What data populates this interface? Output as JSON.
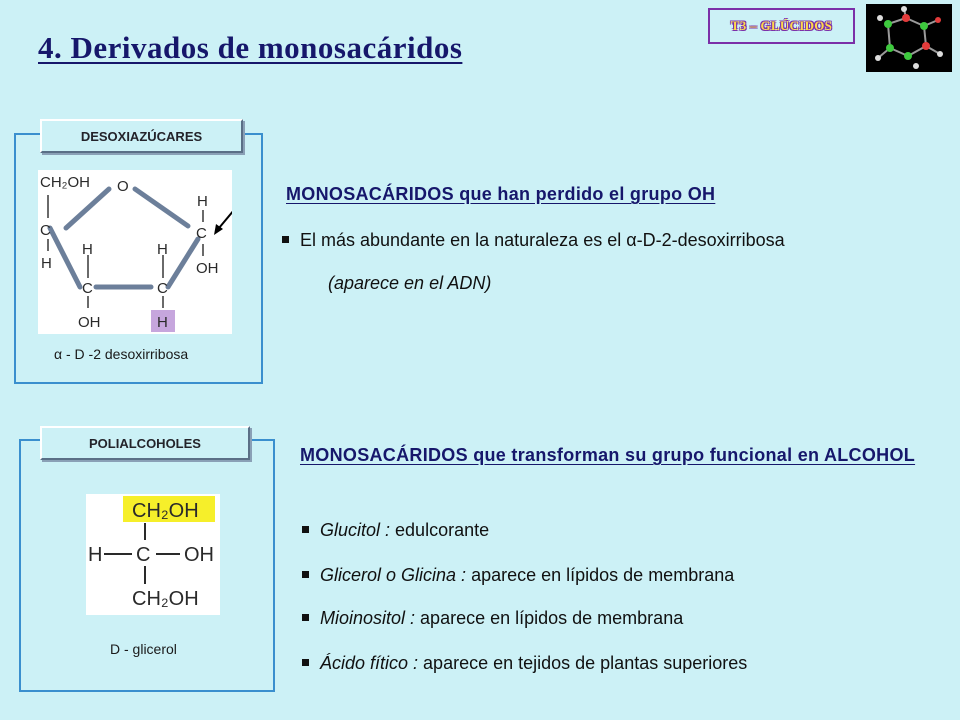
{
  "header": {
    "title": "4. Derivados de monosacáridos",
    "badge": "T3 – GLÚCIDOS"
  },
  "section1": {
    "tag": "DESOXIAZÚCARES",
    "caption": "- D -2 desoxirribosa",
    "caption_greek": "α",
    "heading": "MONOSACÁRIDOS que han perdido el grupo OH",
    "bullet": "El más abundante en la naturaleza es el α-D-2-desoxirribosa",
    "sub": "(aparece en el ADN)",
    "structure": {
      "top_left": "CH₂OH",
      "ring_o": "O",
      "h_right_top": "H",
      "c_left": "C",
      "c_right": "C",
      "h_left": "H",
      "oh_right": "OH",
      "h_mid_left": "H",
      "h_mid_right": "H",
      "c_bottom_left": "C",
      "c_bottom_right": "C",
      "oh_bottom": "OH",
      "h_bottom": "H"
    }
  },
  "section2": {
    "tag": "POLIALCOHOLES",
    "caption": "D - glicerol",
    "heading": "MONOSACÁRIDOS que transforman su grupo funcional en ALCOHOL",
    "bullets": [
      {
        "name": "Glucitol :",
        "text": " edulcorante"
      },
      {
        "name": "Glicerol o Glicina :",
        "text": " aparece en lípidos de membrana"
      },
      {
        "name": "Mioinositol :",
        "text": " aparece en lípidos de membrana"
      },
      {
        "name": "Ácido fítico :",
        "text": " aparece en tejidos de plantas superiores"
      }
    ],
    "structure": {
      "top": "CH₂OH",
      "h": "H",
      "c": "C",
      "oh": "OH",
      "bottom": "CH₂OH"
    }
  },
  "colors": {
    "background": "#ccf1f6",
    "title": "#16176b",
    "panel_border": "#3a8fce",
    "highlight_yellow": "#f6ef2a",
    "highlight_purple": "#c6a6dd"
  }
}
